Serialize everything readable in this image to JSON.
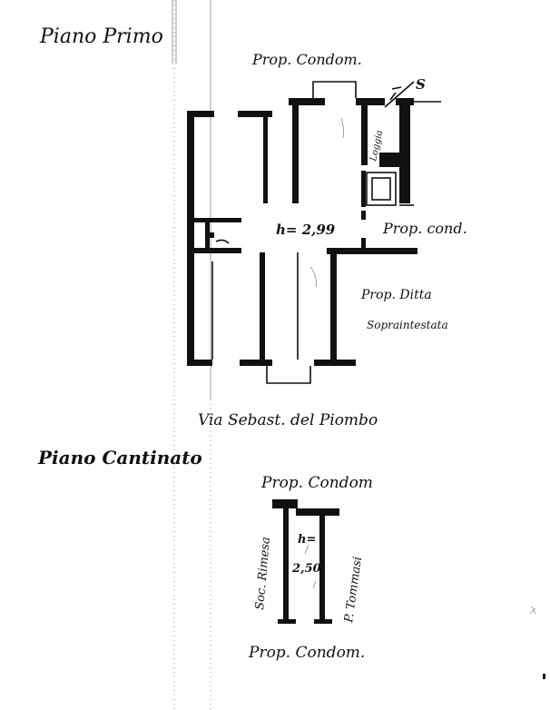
{
  "drawing": {
    "upper_floor": {
      "title": "Piano Primo",
      "labels": {
        "top_neighbor": "Prop. Condom.",
        "right_neighbor": "Prop. cond.",
        "ditta_line1": "Prop. Ditta",
        "ditta_line2": "Sopraintestata",
        "height": "h= 2,99",
        "stair_marker": "S",
        "balcony_note": "Loggia",
        "street": "Via Sebast. del Piombo"
      }
    },
    "basement": {
      "title": "Piano Cantinato",
      "labels": {
        "top_neighbor": "Prop. Condom",
        "height_line1": "h=",
        "height_line2": "2,50",
        "left_neighbor": "Soc. Rimesa",
        "right_neighbor": "P. Tommasi",
        "bottom_neighbor": "Prop. Condom."
      }
    }
  }
}
